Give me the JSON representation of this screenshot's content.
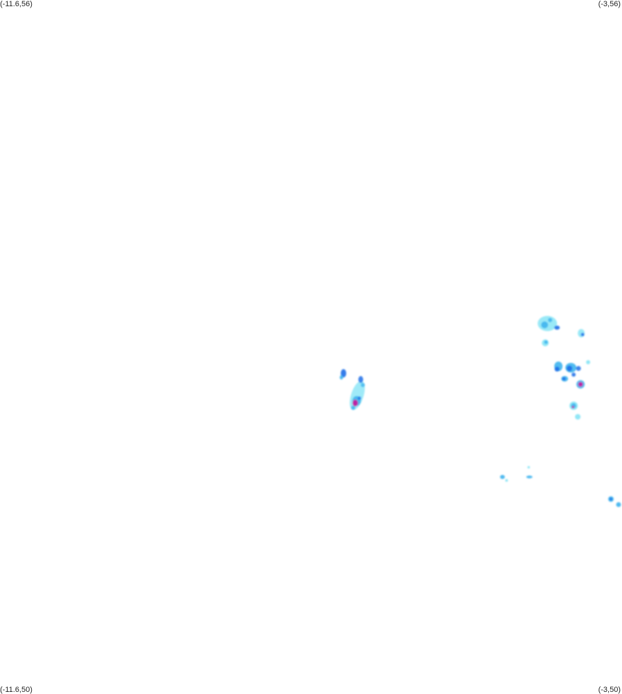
{
  "corners": {
    "top_left": "(-11.6,56)",
    "top_right": "(-3,56)",
    "bottom_left": "(-11.6,50)",
    "bottom_right": "(-3,50)"
  },
  "colors": {
    "background": "#ffffff",
    "light": "#7fe3f5",
    "medium": "#3fb4ee",
    "strong": "#1e6fe8",
    "peak": "#c41ca0"
  }
}
